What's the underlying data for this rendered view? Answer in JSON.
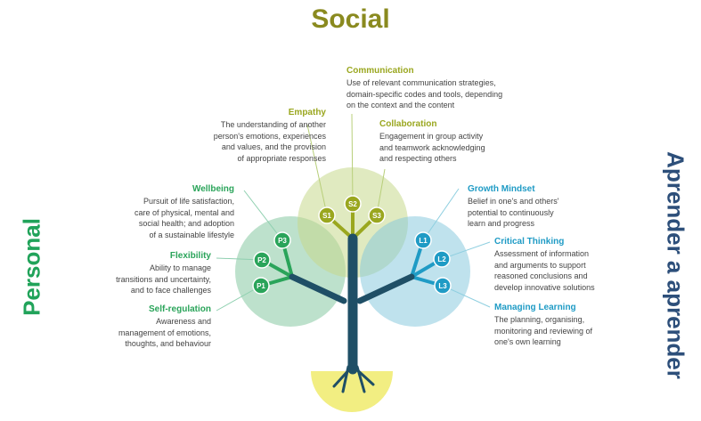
{
  "titles": {
    "social": "Social",
    "personal": "Personal",
    "learning": "Aprender a aprender"
  },
  "nodes": {
    "s1": "S1",
    "s2": "S2",
    "s3": "S3",
    "p1": "P1",
    "p2": "P2",
    "p3": "P3",
    "l1": "L1",
    "l2": "L2",
    "l3": "L3"
  },
  "competences": {
    "communication": {
      "title": "Communication",
      "lines": [
        "Use of relevant communication strategies,",
        "domain-specific codes and tools, depending",
        "on the context and the content"
      ]
    },
    "empathy": {
      "title": "Empathy",
      "lines": [
        "The understanding of another",
        "person's emotions, experiences",
        "and values, and the provision",
        "of appropriate responses"
      ]
    },
    "collaboration": {
      "title": "Collaboration",
      "lines": [
        "Engagement in group activity",
        "and teamwork acknowledging",
        "and respecting others"
      ]
    },
    "wellbeing": {
      "title": "Wellbeing",
      "lines": [
        "Pursuit of life satisfaction,",
        "care of physical, mental and",
        "social health; and adoption",
        "of a sustainable lifestyle"
      ]
    },
    "flexibility": {
      "title": "Flexibility",
      "lines": [
        "Ability to manage",
        "transitions and uncertainty,",
        "and to face challenges"
      ]
    },
    "self_regulation": {
      "title": "Self-regulation",
      "lines": [
        "Awareness and",
        "management of emotions,",
        "thoughts, and behaviour"
      ]
    },
    "growth_mindset": {
      "title": "Growth Mindset",
      "lines": [
        "Belief in one's and others'",
        "potential to continuously",
        "learn and progress"
      ]
    },
    "critical_thinking": {
      "title": "Critical Thinking",
      "lines": [
        "Assessment of information",
        "and arguments to support",
        "reasoned conclusions and",
        "develop innovative solutions"
      ]
    },
    "managing_learning": {
      "title": "Managing Learning",
      "lines": [
        "The planning, organising,",
        "monitoring and reviewing of",
        "one's own learning"
      ]
    }
  },
  "colors": {
    "social": "#9aa71f",
    "personal": "#2aa45a",
    "learning": "#1f9bc5",
    "trunk": "#1f4f66",
    "sun": "#f2ee82"
  }
}
